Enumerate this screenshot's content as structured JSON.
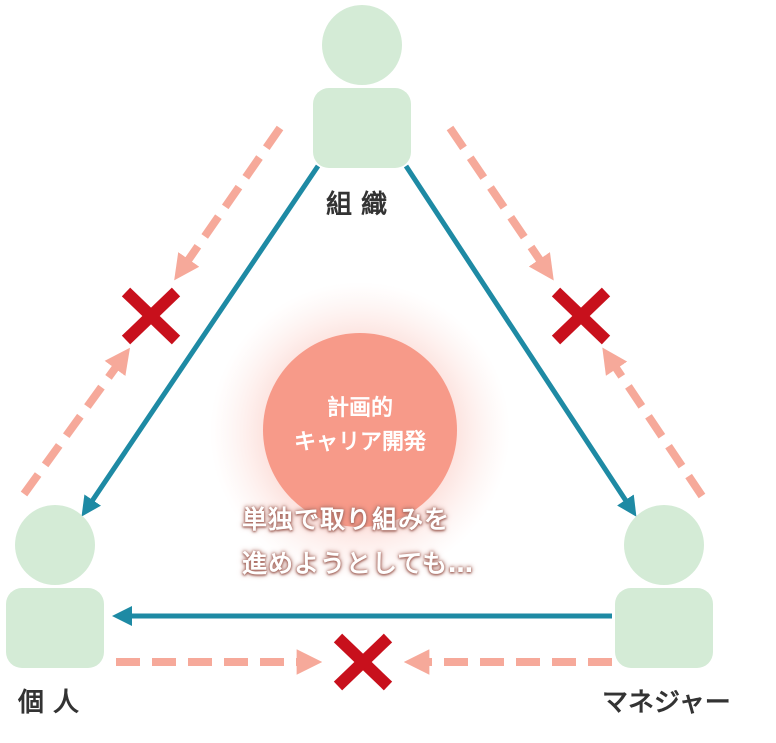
{
  "nodes": {
    "organization": {
      "label": "組 織"
    },
    "individual": {
      "label": "個 人"
    },
    "manager": {
      "label": "マネジャー"
    }
  },
  "center": {
    "title_line1": "計画的",
    "title_line2": "キャリア開発"
  },
  "caption": {
    "line1": "単独で取り組みを",
    "line2": "進めようとしても…"
  },
  "colors": {
    "person": "#d4ebd6",
    "solid_arrow": "#1e8aa4",
    "dashed_arrow": "#f6a99a",
    "cross": "#c8101c",
    "center_glow": "#f79685",
    "label_text": "#333333"
  }
}
